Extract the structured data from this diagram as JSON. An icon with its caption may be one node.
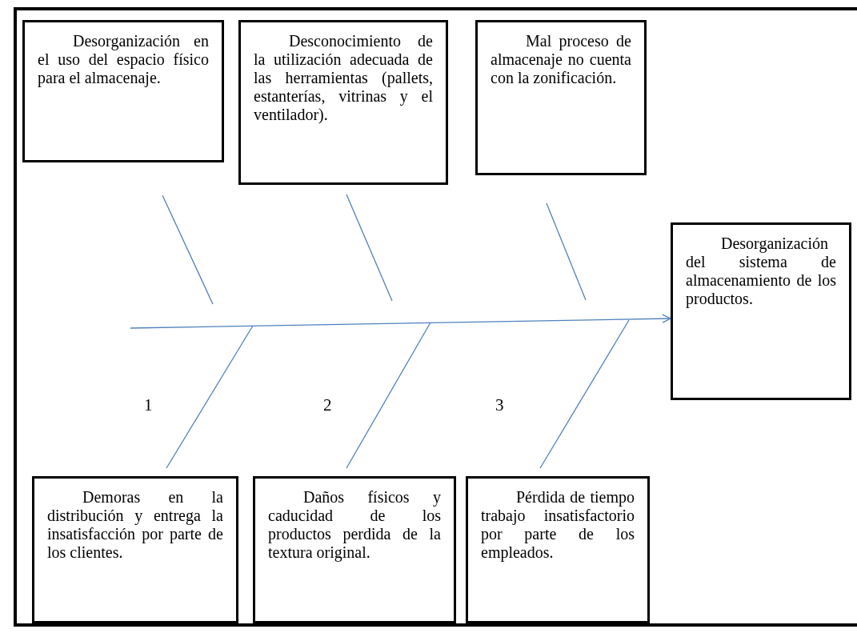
{
  "diagram": {
    "nodes": [
      {
        "text": [
          "Desorganización en el uso del espacio físico para el almacenaje."
        ]
      },
      {
        "text": [
          "Desconocimiento de la utilización adecuada de las herramientas (pallets, estanterías, vitrinas y el ventilador)."
        ]
      },
      {
        "text": [
          "Mal proceso de almacenaje no cuenta con la zonificación."
        ]
      },
      {
        "text": [
          "Desorganización del sistema de almacenamiento de los productos."
        ]
      },
      {
        "text": [
          "Demoras en la distribución y entrega la insatisfacción por parte de los clientes."
        ]
      },
      {
        "text": [
          "Daños físicos y caducidad de los productos perdida de la textura original."
        ]
      },
      {
        "text": [
          "Pérdida de tiempo trabajo insatisfactorio por parte de los empleados."
        ]
      }
    ],
    "edges": [
      {
        "from": null,
        "to": 3,
        "arrow": "to"
      },
      {
        "from": 0,
        "to": null,
        "arrow": "none"
      },
      {
        "from": 1,
        "to": null,
        "arrow": "none"
      },
      {
        "from": 2,
        "to": null,
        "arrow": "none"
      },
      {
        "from": 4,
        "to": null,
        "arrow": "none"
      },
      {
        "from": 5,
        "to": null,
        "arrow": "none"
      },
      {
        "from": 6,
        "to": null,
        "arrow": "none"
      }
    ],
    "labels": [
      "1",
      "2",
      "3"
    ]
  }
}
